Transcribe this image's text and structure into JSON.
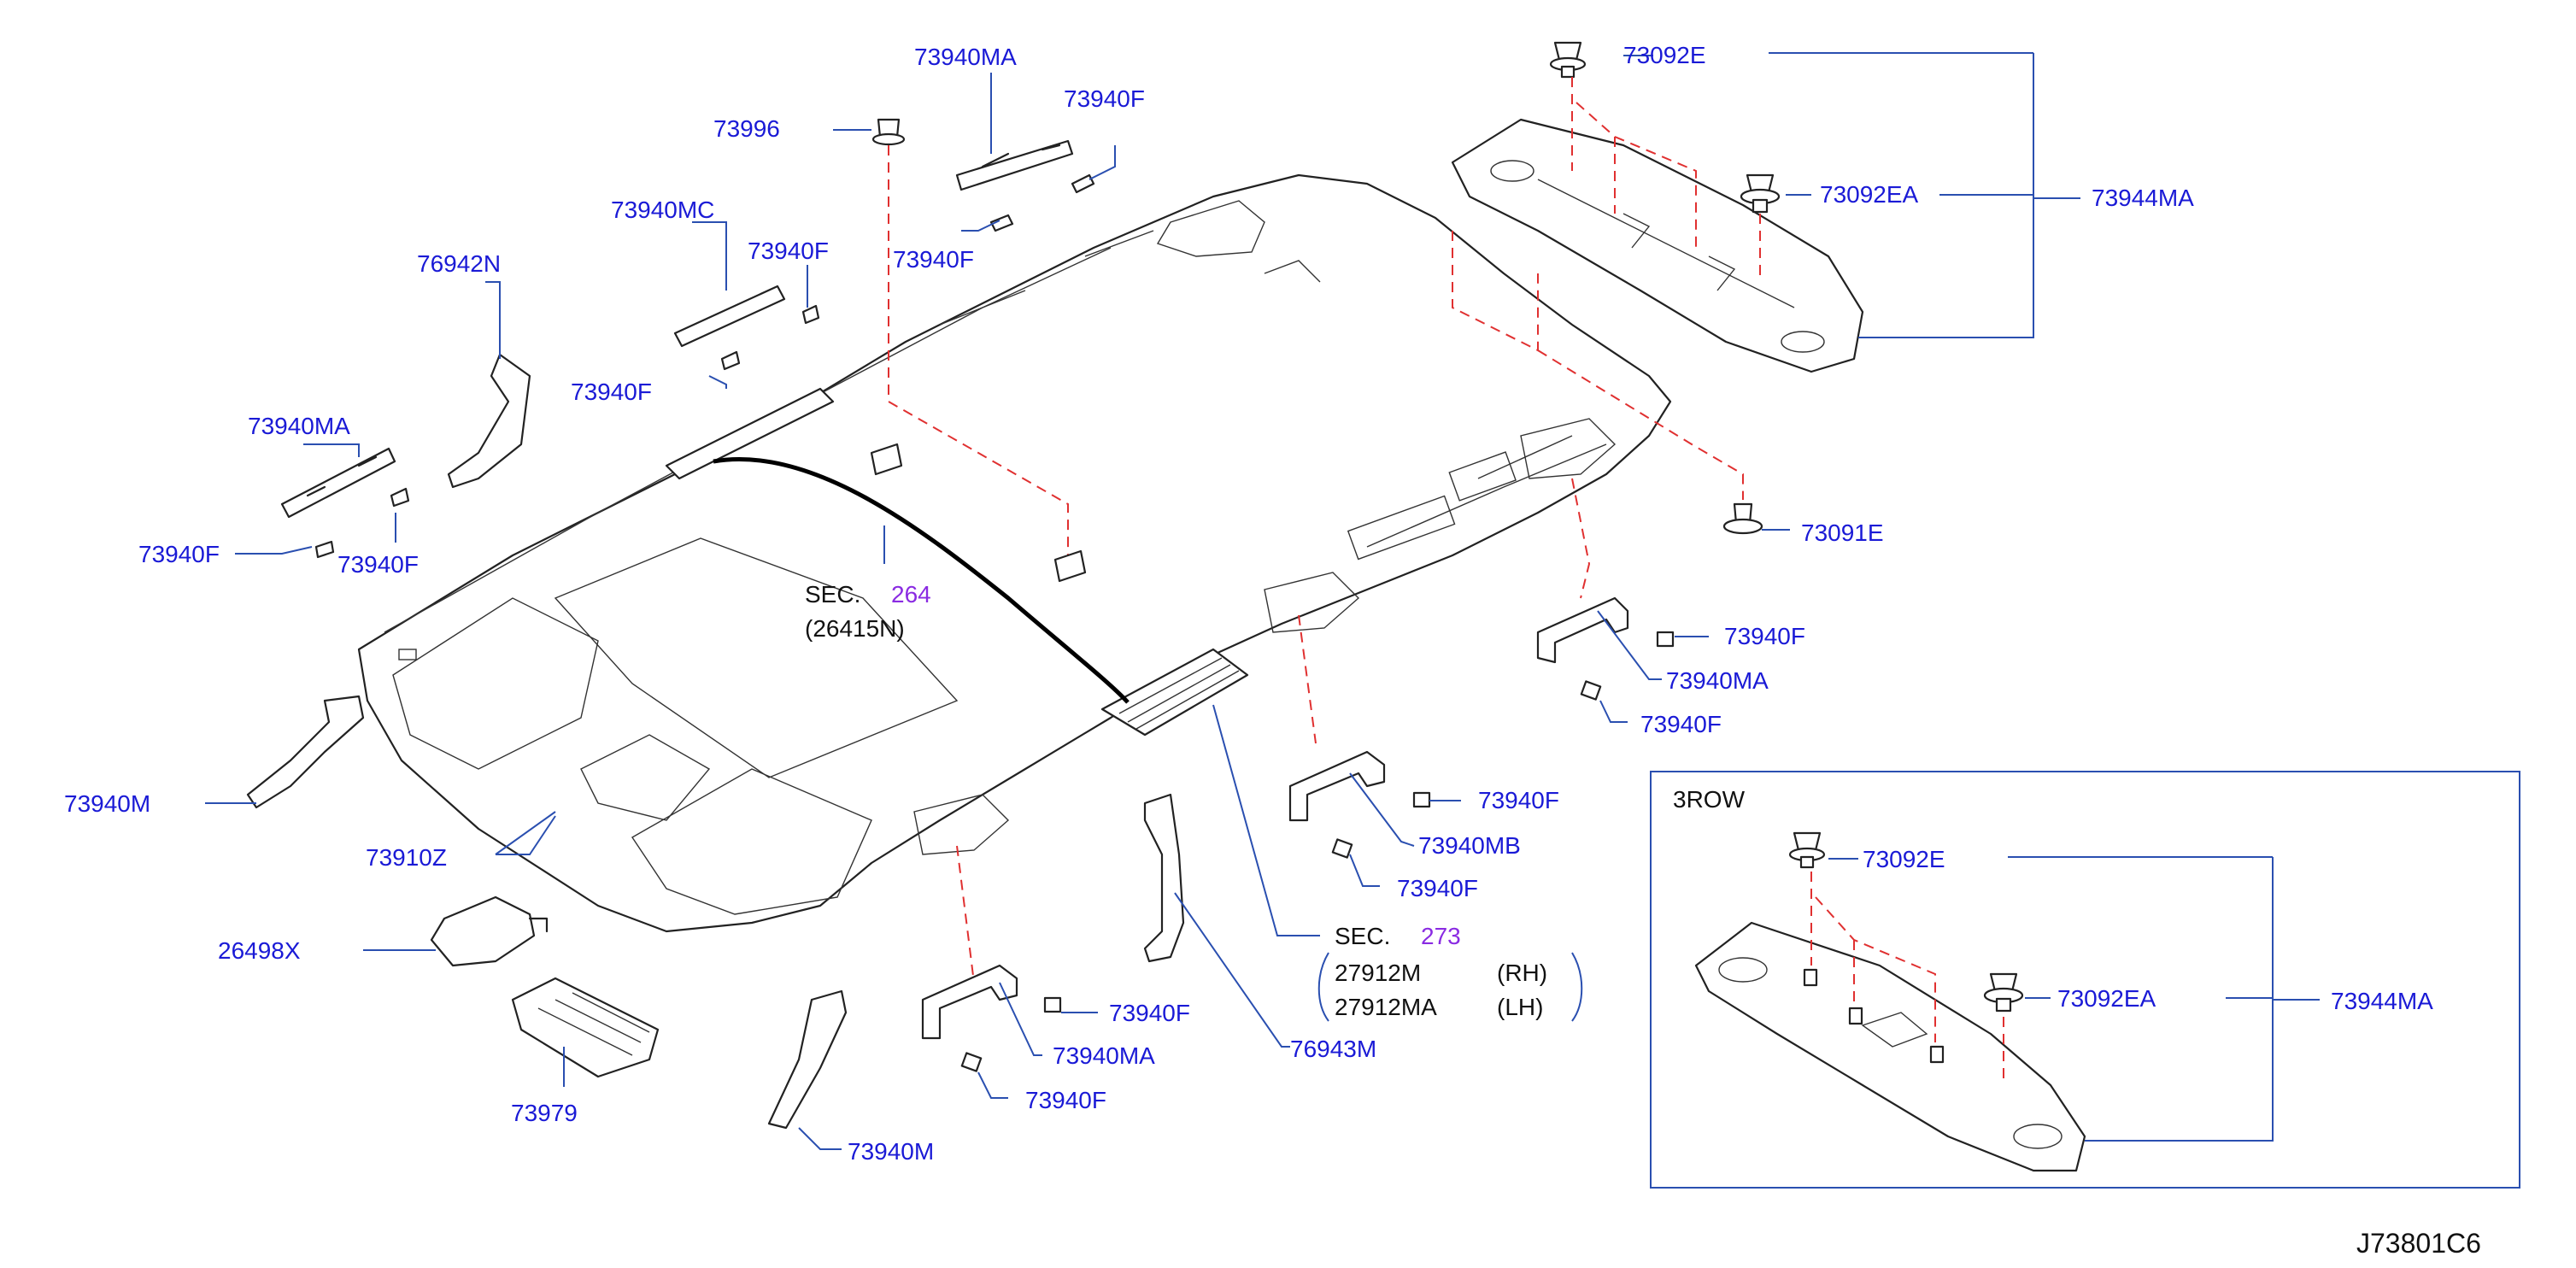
{
  "colors": {
    "label": "#1a1ad6",
    "leader": "#2a4fb0",
    "dashed": "#e03030",
    "section_number": "#8a2be2",
    "line": "#222222"
  },
  "labels": {
    "p73940MA_top": "73940MA",
    "p73940F_top": "73940F",
    "p73996": "73996",
    "p73940MC": "73940MC",
    "p73940F_a": "73940F",
    "p73940F_b": "73940F",
    "p76942N": "76942N",
    "p73940F_c": "73940F",
    "p73940MA_left": "73940MA",
    "p73940F_d": "73940F",
    "p73940F_e": "73940F",
    "p73092E": "73092E",
    "p73092EA": "73092EA",
    "p73944MA": "73944MA",
    "p73091E": "73091E",
    "p73940F_f": "73940F",
    "p73940MA_right": "73940MA",
    "p73940F_g": "73940F",
    "p73940F_h": "73940F",
    "p73940MB": "73940MB",
    "p73940F_i": "73940F",
    "p73940M_left": "73940M",
    "p73910Z": "73910Z",
    "p26498X": "26498X",
    "p73979": "73979",
    "p73940F_j": "73940F",
    "p73940MA_mid": "73940MA",
    "p73940F_k": "73940F",
    "p73940M_bottom": "73940M",
    "p76943M": "76943M"
  },
  "sec264": {
    "prefix": "SEC.",
    "number": "264",
    "sub": "(26415N)"
  },
  "sec273": {
    "prefix": "SEC.",
    "number": "273",
    "row1_part": "27912M",
    "row1_side": "(RH)",
    "row2_part": "27912MA",
    "row2_side": "(LH)"
  },
  "inset": {
    "title": "3ROW",
    "p73092E": "73092E",
    "p73092EA": "73092EA",
    "p73944MA": "73944MA"
  },
  "diagram_code": "J73801C6"
}
